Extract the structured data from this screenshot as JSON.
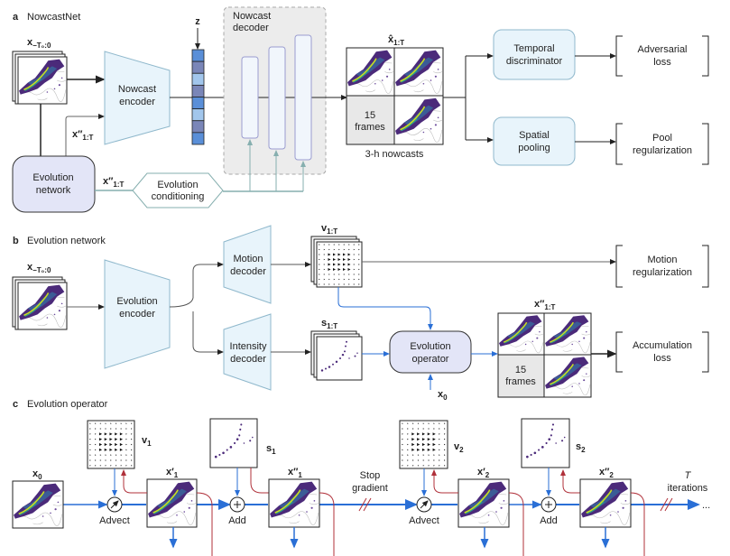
{
  "panel_a": {
    "letter": "a",
    "title": "NowcastNet",
    "input_label": {
      "base": "x",
      "sub": "−T₀:0"
    },
    "encoder": [
      "Nowcast",
      "encoder"
    ],
    "latent_label": "z",
    "decoder": [
      "Nowcast",
      "decoder"
    ],
    "output_label": {
      "base": "x̂",
      "sub": "1:T"
    },
    "frames": [
      "15",
      "frames"
    ],
    "output_caption": "3-h nowcasts",
    "discriminator": [
      "Temporal",
      "discriminator"
    ],
    "pooling": [
      "Spatial",
      "pooling"
    ],
    "adversarial_loss": [
      "Adversarial",
      "loss"
    ],
    "pool_reg": [
      "Pool",
      "regularization"
    ],
    "evolution_network": [
      "Evolution",
      "network"
    ],
    "evo_out_label": {
      "base": "x″",
      "sub": "1:T"
    },
    "conditioning": [
      "Evolution",
      "conditioning"
    ],
    "z_colors": [
      "#5a8fd8",
      "#7a86b8",
      "#a2c6ec",
      "#7a86b8",
      "#5a8fd8",
      "#a2c6ec",
      "#7a86b8",
      "#5a8fd8"
    ]
  },
  "panel_b": {
    "letter": "b",
    "title": "Evolution network",
    "input_label": {
      "base": "x",
      "sub": "−T₀:0"
    },
    "encoder": [
      "Evolution",
      "encoder"
    ],
    "motion_decoder": [
      "Motion",
      "decoder"
    ],
    "intensity_decoder": [
      "Intensity",
      "decoder"
    ],
    "motion_label": {
      "base": "v",
      "sub": "1:T"
    },
    "intensity_label": {
      "base": "s",
      "sub": "1:T"
    },
    "motion_reg": [
      "Motion",
      "regularization"
    ],
    "operator": [
      "Evolution",
      "operator"
    ],
    "x0_label": {
      "base": "x",
      "sub": "0"
    },
    "output_label": {
      "base": "x″",
      "sub": "1:T"
    },
    "frames": [
      "15",
      "frames"
    ],
    "accumulation_loss": [
      "Accumulation",
      "loss"
    ]
  },
  "panel_c": {
    "letter": "c",
    "title": "Evolution operator",
    "x0": {
      "base": "x",
      "sub": "0"
    },
    "v1": {
      "base": "v",
      "sub": "1"
    },
    "s1": {
      "base": "s",
      "sub": "1"
    },
    "x1p": {
      "base": "x′",
      "sub": "1"
    },
    "x1pp": {
      "base": "x″",
      "sub": "1"
    },
    "v2": {
      "base": "v",
      "sub": "2"
    },
    "s2": {
      "base": "s",
      "sub": "2"
    },
    "x2p": {
      "base": "x′",
      "sub": "2"
    },
    "x2pp": {
      "base": "x″",
      "sub": "2"
    },
    "advect": "Advect",
    "add": "Add",
    "stop_gradient": [
      "Stop",
      "gradient"
    ],
    "iterations": [
      "T",
      "iterations"
    ],
    "ellipsis": "..."
  },
  "colors": {
    "blue_arrow": "#2a6fd6",
    "red_arrow": "#b0303a",
    "teal": "#86afaf",
    "encoder_fill": "#e8f4fb",
    "network_fill": "#e3e5f7"
  }
}
